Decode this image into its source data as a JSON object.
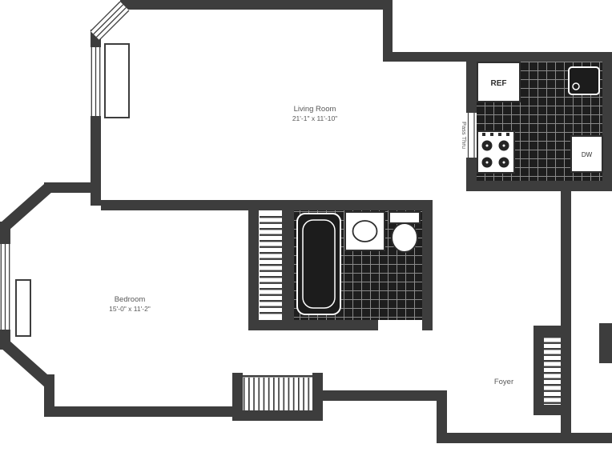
{
  "floor_plan": {
    "rooms": {
      "living_room": {
        "name": "Living Room",
        "dims": "21'-1\" x 11'-10\""
      },
      "bedroom": {
        "name": "Bedroom",
        "dims": "15'-0\" x 11'-2\""
      },
      "foyer": {
        "name": "Foyer"
      }
    },
    "kitchen": {
      "refrigerator_label": "REF",
      "dishwasher_label": "DW",
      "pass_thru_label": "Pass Thru"
    },
    "colors": {
      "wall": "#3d3d3d",
      "tile_floor": "#1e1e1e",
      "tile_grid_line": "#8a8a8a",
      "fixture_outline": "#2e2e2e",
      "label_text": "#585858",
      "background": "#ffffff"
    }
  }
}
